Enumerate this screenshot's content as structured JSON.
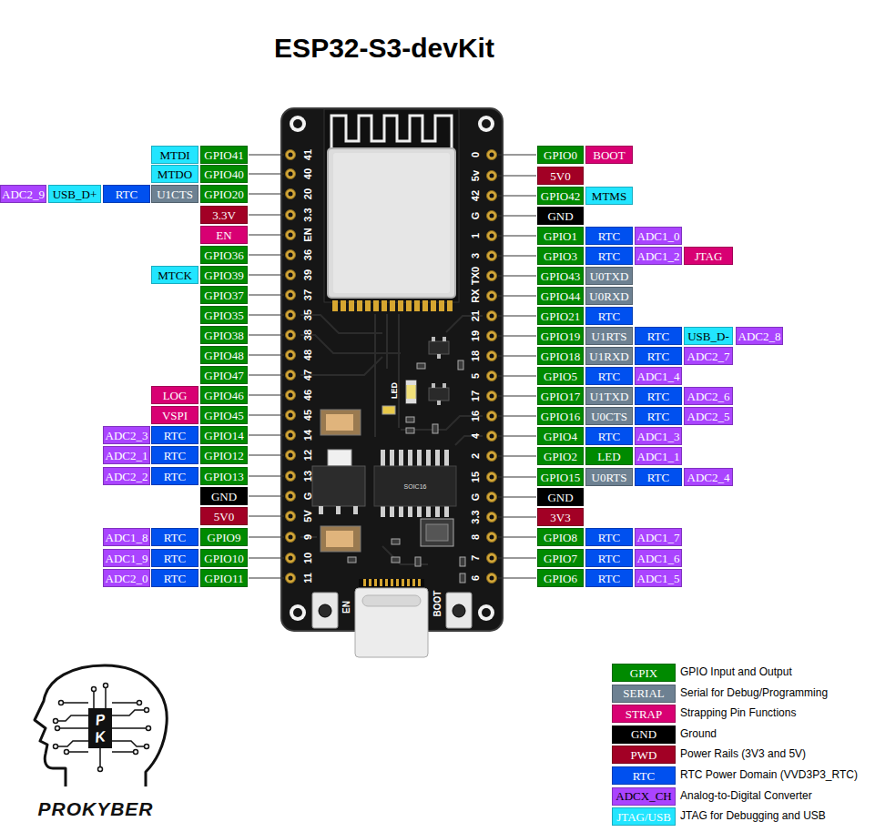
{
  "diagram": {
    "title": "ESP32-S3-devKit",
    "nodes": [
      {
        "text": [
          "MTDI"
        ]
      },
      {
        "text": [
          "GPIO41"
        ]
      },
      {
        "text": [
          "MTDO"
        ]
      },
      {
        "text": [
          "GPIO40"
        ]
      },
      {
        "text": [
          "ADC2_9"
        ]
      },
      {
        "text": [
          "USB_D+"
        ]
      },
      {
        "text": [
          "RTC"
        ]
      },
      {
        "text": [
          "U1CTS"
        ]
      },
      {
        "text": [
          "GPIO20"
        ]
      },
      {
        "text": [
          "3.3V"
        ]
      },
      {
        "text": [
          "EN"
        ]
      },
      {
        "text": [
          "GPIO36"
        ]
      },
      {
        "text": [
          "MTCK"
        ]
      },
      {
        "text": [
          "GPIO39"
        ]
      },
      {
        "text": [
          "GPIO37"
        ]
      },
      {
        "text": [
          "GPIO35"
        ]
      },
      {
        "text": [
          "GPIO38"
        ]
      },
      {
        "text": [
          "GPIO48"
        ]
      },
      {
        "text": [
          "GPIO47"
        ]
      },
      {
        "text": [
          "LOG"
        ]
      },
      {
        "text": [
          "GPIO46"
        ]
      },
      {
        "text": [
          "VSPI"
        ]
      },
      {
        "text": [
          "GPIO45"
        ]
      },
      {
        "text": [
          "ADC2_3"
        ]
      },
      {
        "text": [
          "RTC"
        ]
      },
      {
        "text": [
          "GPIO14"
        ]
      },
      {
        "text": [
          "ADC2_1"
        ]
      },
      {
        "text": [
          "RTC"
        ]
      },
      {
        "text": [
          "GPIO12"
        ]
      },
      {
        "text": [
          "ADC2_2"
        ]
      },
      {
        "text": [
          "RTC"
        ]
      },
      {
        "text": [
          "GPIO13"
        ]
      },
      {
        "text": [
          "GND"
        ]
      },
      {
        "text": [
          "5V0"
        ]
      },
      {
        "text": [
          "ADC1_8"
        ]
      },
      {
        "text": [
          "RTC"
        ]
      },
      {
        "text": [
          "GPIO9"
        ]
      },
      {
        "text": [
          "ADC1_9"
        ]
      },
      {
        "text": [
          "RTC"
        ]
      },
      {
        "text": [
          "GPIO10"
        ]
      },
      {
        "text": [
          "ADC2_0"
        ]
      },
      {
        "text": [
          "RTC"
        ]
      },
      {
        "text": [
          "GPIO11"
        ]
      },
      {
        "text": [
          "GPIO0"
        ]
      },
      {
        "text": [
          "BOOT"
        ]
      },
      {
        "text": [
          "5V0"
        ]
      },
      {
        "text": [
          "GPIO42"
        ]
      },
      {
        "text": [
          "MTMS"
        ]
      },
      {
        "text": [
          "GND"
        ]
      },
      {
        "text": [
          "GPIO1"
        ]
      },
      {
        "text": [
          "RTC"
        ]
      },
      {
        "text": [
          "ADC1_0"
        ]
      },
      {
        "text": [
          "GPIO3"
        ]
      },
      {
        "text": [
          "RTC"
        ]
      },
      {
        "text": [
          "ADC1_2"
        ]
      },
      {
        "text": [
          "JTAG"
        ]
      },
      {
        "text": [
          "GPIO43"
        ]
      },
      {
        "text": [
          "U0TXD"
        ]
      },
      {
        "text": [
          "GPIO44"
        ]
      },
      {
        "text": [
          "U0RXD"
        ]
      },
      {
        "text": [
          "GPIO21"
        ]
      },
      {
        "text": [
          "RTC"
        ]
      },
      {
        "text": [
          "GPIO19"
        ]
      },
      {
        "text": [
          "U1RTS"
        ]
      },
      {
        "text": [
          "RTC"
        ]
      },
      {
        "text": [
          "USB_D-"
        ]
      },
      {
        "text": [
          "ADC2_8"
        ]
      },
      {
        "text": [
          "GPIO18"
        ]
      },
      {
        "text": [
          "U1RXD"
        ]
      },
      {
        "text": [
          "RTC"
        ]
      },
      {
        "text": [
          "ADC2_7"
        ]
      },
      {
        "text": [
          "GPIO5"
        ]
      },
      {
        "text": [
          "RTC"
        ]
      },
      {
        "text": [
          "ADC1_4"
        ]
      },
      {
        "text": [
          "GPIO17"
        ]
      },
      {
        "text": [
          "U1TXD"
        ]
      },
      {
        "text": [
          "RTC"
        ]
      },
      {
        "text": [
          "ADC2_6"
        ]
      },
      {
        "text": [
          "GPIO16"
        ]
      },
      {
        "text": [
          "U0CTS"
        ]
      },
      {
        "text": [
          "RTC"
        ]
      },
      {
        "text": [
          "ADC2_5"
        ]
      },
      {
        "text": [
          "GPIO4"
        ]
      },
      {
        "text": [
          "RTC"
        ]
      },
      {
        "text": [
          "ADC1_3"
        ]
      },
      {
        "text": [
          "GPIO2"
        ]
      },
      {
        "text": [
          "LED"
        ]
      },
      {
        "text": [
          "ADC1_1"
        ]
      },
      {
        "text": [
          "GPIO15"
        ]
      },
      {
        "text": [
          "U0RTS"
        ]
      },
      {
        "text": [
          "RTC"
        ]
      },
      {
        "text": [
          "ADC2_4"
        ]
      },
      {
        "text": [
          "GND"
        ]
      },
      {
        "text": [
          "3V3"
        ]
      },
      {
        "text": [
          "GPIO8"
        ]
      },
      {
        "text": [
          "RTC"
        ]
      },
      {
        "text": [
          "ADC1_7"
        ]
      },
      {
        "text": [
          "GPIO7"
        ]
      },
      {
        "text": [
          "RTC"
        ]
      },
      {
        "text": [
          "ADC1_6"
        ]
      },
      {
        "text": [
          "GPIO6"
        ]
      },
      {
        "text": [
          "RTC"
        ]
      },
      {
        "text": [
          "ADC1_5"
        ]
      }
    ],
    "labels": [
      "41",
      "40",
      "20",
      "3.3",
      "EN",
      "36",
      "39",
      "37",
      "35",
      "38",
      "48",
      "47",
      "46",
      "45",
      "14",
      "12",
      "13",
      "G",
      "5V",
      "9",
      "10",
      "11",
      "0",
      "5v",
      "42",
      "G",
      "1",
      "3",
      "TX0",
      "RX",
      "21",
      "19",
      "18",
      "5",
      "17",
      "16",
      "4",
      "2",
      "15",
      "G",
      "3.3",
      "8",
      "7",
      "6",
      "LED",
      "SOIC16",
      "EN",
      "BOOT",
      "GPIX",
      "SERIAL",
      "STRAP",
      "GND",
      "PWD",
      "RTC",
      "ADCX_CH",
      "JTAG/USB",
      "P",
      "K",
      "PROKYBER"
    ],
    "legend": [
      {
        "text": "GPIO Input and Output",
        "color": "#008a00"
      },
      {
        "text": "Serial for Debug/Programming",
        "color": "#6d8192"
      },
      {
        "text": "Strapping Pin Functions",
        "color": "#d80073"
      },
      {
        "text": "Ground",
        "color": "#000000"
      },
      {
        "text": "Power Rails (3V3 and 5V)",
        "color": "#a20025"
      },
      {
        "text": "RTC Power Domain (VVD3P3_RTC)",
        "color": "#0050ef"
      },
      {
        "text": "Analog-to-Digital Converter",
        "color": "#aa44ff"
      },
      {
        "text": "JTAG for Debugging and USB",
        "color": "#22e5ff"
      }
    ]
  }
}
